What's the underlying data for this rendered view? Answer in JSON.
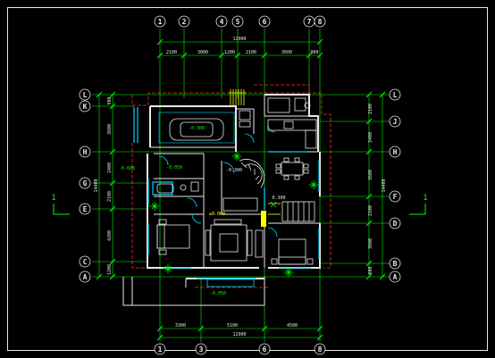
{
  "colors": {
    "axis": "#00ff00",
    "dim": "#00ff00",
    "wall": "#e8e8e8",
    "red": "#ff3030",
    "cyan": "#00d8ff",
    "yellow": "#ffff00",
    "white": "#ffffff"
  },
  "top_axes": [
    "1",
    "2",
    "4",
    "5",
    "6",
    "7",
    "8"
  ],
  "bottom_axes": [
    "1",
    "3",
    "6",
    "8"
  ],
  "left_axes": [
    "L",
    "K",
    "H",
    "G",
    "E",
    "C",
    "A"
  ],
  "right_axes": [
    "L",
    "J",
    "H",
    "F",
    "D",
    "B",
    "A"
  ],
  "top_total": "12900",
  "top_dims": [
    "2100",
    "3000",
    "1200",
    "2100",
    "3600",
    "900"
  ],
  "bottom_total": "12900",
  "bottom_dims": [
    "3300",
    "5100",
    "4500"
  ],
  "left_total": "14400",
  "left_dims": [
    "900",
    "3600",
    "2400",
    "2100",
    "4200",
    "1200"
  ],
  "right_total": "14400",
  "right_dims": [
    "2100",
    "2400",
    "3600",
    "2100",
    "3600",
    "600"
  ],
  "section_left": "1",
  "section_right": "1",
  "levels": {
    "garage": "-0.300",
    "hall": "-0.300",
    "left_terrace": "-0.600",
    "corridor": "-0.050",
    "living": "±0.000",
    "stair": "0.300",
    "entry": "-0.050"
  }
}
